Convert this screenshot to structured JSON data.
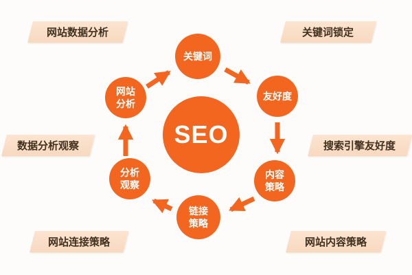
{
  "colors": {
    "accent_orange": "#f2661f",
    "label_bg": "#f8d9bf",
    "label_bg_light": "#fbe4d1",
    "label_text": "#42301f",
    "background": "#fdfcfa"
  },
  "center": {
    "label": "SEO"
  },
  "nodes": {
    "site_analysis": {
      "line1": "网站",
      "line2": "分析"
    },
    "keywords": {
      "line1": "关键词"
    },
    "friendliness": {
      "line1": "友好度"
    },
    "content_strategy": {
      "line1": "内容",
      "line2": "策略"
    },
    "link_strategy": {
      "line1": "链接",
      "line2": "策略"
    },
    "analysis_observation": {
      "line1": "分析",
      "line2": "观察"
    }
  },
  "callouts": {
    "top_left": "网站数据分析",
    "top_right": "关键词锁定",
    "mid_left": "数据分析观察",
    "mid_right": "搜索引擎友好度",
    "bottom_left": "网站连接策略",
    "bottom_right": "网站内容策略"
  }
}
